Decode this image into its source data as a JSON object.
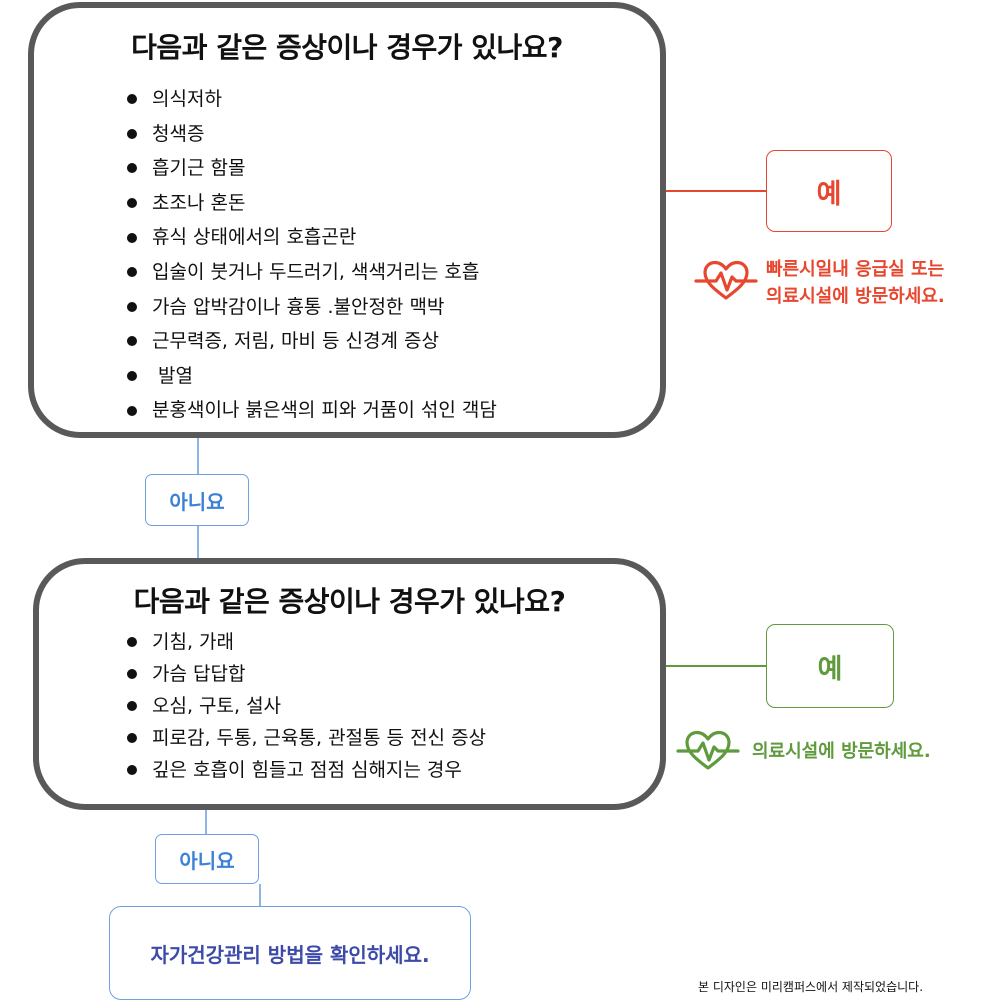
{
  "question1": {
    "title": "다음과 같은 증상이나 경우가 있나요?",
    "items": [
      "의식저하",
      "청색증",
      "흡기근 함몰",
      "초조나 혼돈",
      "휴식 상태에서의 호흡곤란",
      "입술이 붓거나 두드러기, 색색거리는 호흡",
      "가슴 압박감이나 흉통 .불안정한 맥박",
      "근무력증, 저림, 마비 등 신경계 증상",
      " 발열",
      "분홍색이나 붉은색의 피와 거품이 섞인 객담"
    ],
    "no_label": "아니요",
    "yes_label": "예",
    "yes_advice_line1": "빠른시일내 응급실 또는",
    "yes_advice_line2": "의료시설에 방문하세요.",
    "yes_color": "#e8472f",
    "yes_icon": "heartbeat-icon"
  },
  "question2": {
    "title": "다음과 같은 증상이나 경우가 있나요?",
    "items": [
      "기침, 가래",
      "가슴 답답합",
      "오심, 구토, 설사",
      "피로감, 두통, 근육통, 관절통 등 전신 증상",
      "깊은 호흡이 힘들고 점점 심해지는 경우"
    ],
    "no_label": "아니요",
    "yes_label": "예",
    "yes_advice": "의료시설에 방문하세요.",
    "yes_color": "#5f9a3d",
    "yes_icon": "heartbeat-icon"
  },
  "final_result": "자가건강관리 방법을 확인하세요.",
  "credit": "본 디자인은 미리캠퍼스에서 제작되었습니다.",
  "colors": {
    "box_border": "#595959",
    "no_border": "#6fa0e0",
    "no_text": "#3b82d6",
    "final_text": "#3d4aa8"
  }
}
